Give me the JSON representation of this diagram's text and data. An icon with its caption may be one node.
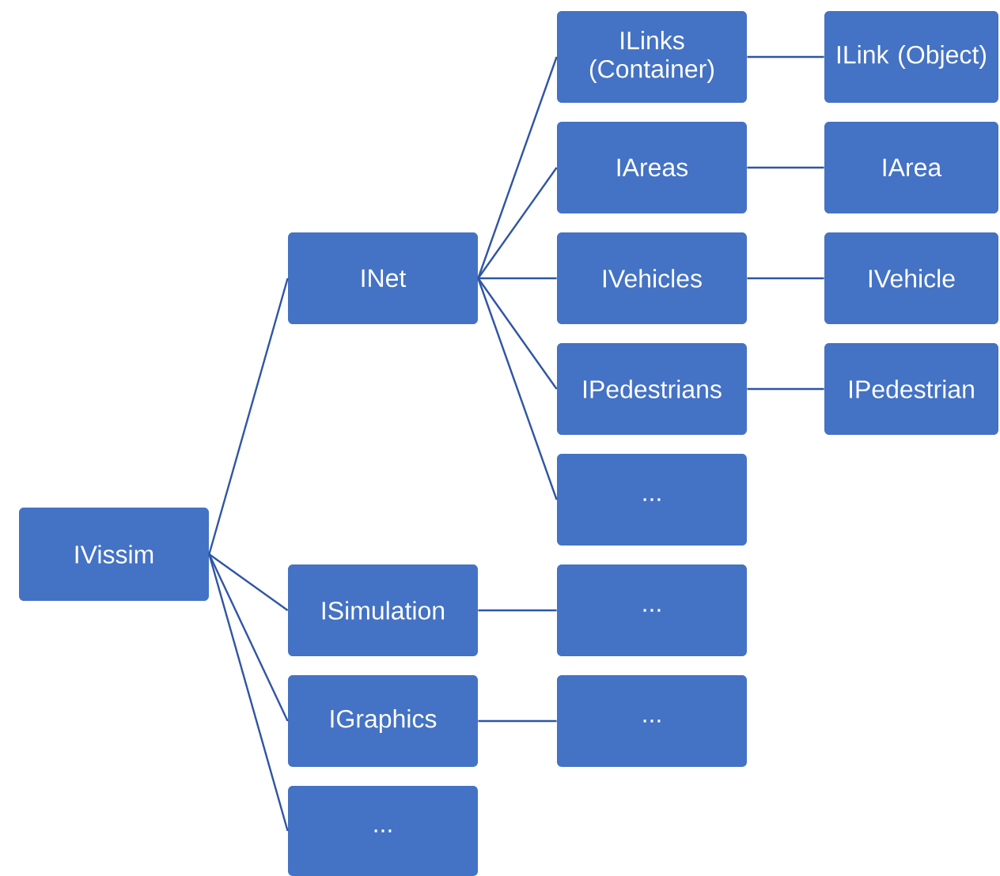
{
  "diagram": {
    "nodes": [
      {
        "text": [
          "IVissim"
        ]
      },
      {
        "text": [
          "INet"
        ]
      },
      {
        "text": [
          "ISimulation"
        ]
      },
      {
        "text": [
          "IGraphics"
        ]
      },
      {
        "text": [
          "..."
        ]
      },
      {
        "text": [
          "ILinks (Container)"
        ]
      },
      {
        "text": [
          "IAreas"
        ]
      },
      {
        "text": [
          "IVehicles"
        ]
      },
      {
        "text": [
          "IPedestrians"
        ]
      },
      {
        "text": [
          "..."
        ]
      },
      {
        "text": [
          "..."
        ]
      },
      {
        "text": [
          "..."
        ]
      },
      {
        "text": [
          "ILink (Object)"
        ]
      },
      {
        "text": [
          "IArea"
        ]
      },
      {
        "text": [
          "IVehicle"
        ]
      },
      {
        "text": [
          "IPedestrian"
        ]
      }
    ],
    "edges": [
      {
        "from": 0,
        "to": 1,
        "arrow": "none"
      },
      {
        "from": 0,
        "to": 2,
        "arrow": "none"
      },
      {
        "from": 0,
        "to": 3,
        "arrow": "none"
      },
      {
        "from": 0,
        "to": 4,
        "arrow": "none"
      },
      {
        "from": 1,
        "to": 5,
        "arrow": "none"
      },
      {
        "from": 1,
        "to": 6,
        "arrow": "none"
      },
      {
        "from": 1,
        "to": 7,
        "arrow": "none"
      },
      {
        "from": 1,
        "to": 8,
        "arrow": "none"
      },
      {
        "from": 1,
        "to": 9,
        "arrow": "none"
      },
      {
        "from": 2,
        "to": 10,
        "arrow": "none"
      },
      {
        "from": 3,
        "to": 11,
        "arrow": "none"
      },
      {
        "from": 5,
        "to": 12,
        "arrow": "none"
      },
      {
        "from": 6,
        "to": 13,
        "arrow": "none"
      },
      {
        "from": 7,
        "to": 14,
        "arrow": "none"
      },
      {
        "from": 8,
        "to": 15,
        "arrow": "none"
      }
    ]
  }
}
